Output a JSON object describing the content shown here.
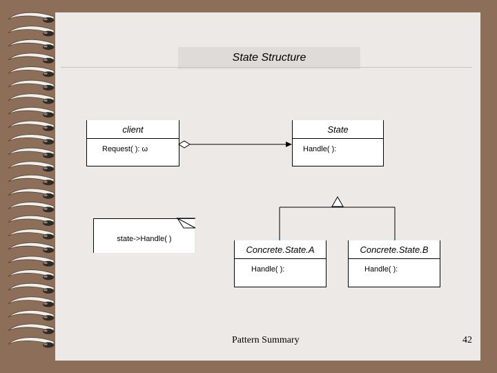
{
  "slide": {
    "title": "State Structure",
    "footer_text": "Pattern Summary",
    "page_number": "42"
  },
  "classes": {
    "client": {
      "name": "client",
      "operation": "Request( ): ω"
    },
    "state": {
      "name": "State",
      "operation": "Handle( ):"
    },
    "concrete_a": {
      "name": "Concrete.State.A",
      "operation": "Handle( ):"
    },
    "concrete_b": {
      "name": "Concrete.State.B",
      "operation": "Handle( ):"
    }
  },
  "note": {
    "text": "state->Handle( )"
  },
  "colors": {
    "border": "#8d6e58",
    "paper": "#ece9e6",
    "title_bar": "#dedbd8"
  }
}
